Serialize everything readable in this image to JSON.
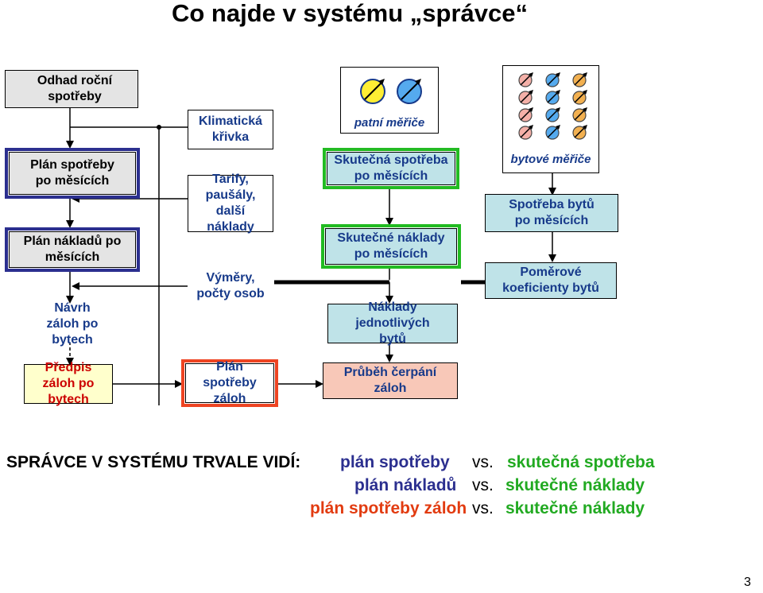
{
  "title": "Co najde v systému „správce“",
  "left_column": {
    "estimate": "Odhad roční spotřeby",
    "plan_consumption": "Plán spotřeby po měsících",
    "plan_costs": "Plán nákladů po měsících",
    "advance_proposal": "Návrh záloh po bytech",
    "advance_prescription": "Předpis záloh po bytech"
  },
  "middle_column": {
    "climate_curve": "Klimatická křivka",
    "tariffs": "Tarify, paušály, další náklady",
    "areas": "Výměry, počty osob",
    "advance_plan": "Plán spotřeby záloh"
  },
  "meter_column": {
    "heel_meters_label": "patní měřiče",
    "actual_consumption": "Skutečná spotřeba po měsících",
    "actual_costs": "Skutečné náklady po měsících",
    "flat_costs": "Náklady jednotlivých bytů",
    "advance_course": "Průběh čerpání záloh"
  },
  "flat_column": {
    "flat_meters_label": "bytové měřiče",
    "flat_consumption": "Spotřeba bytů po měsících",
    "ratio_coefficients": "Poměrové koeficienty bytů"
  },
  "summary": {
    "heading": "SPRÁVCE V SYSTÉMU TRVALE VIDÍ:",
    "vs": "vs.",
    "row1_plan": "plán spotřeby",
    "row1_actual": "skutečná spotřeba",
    "row2_plan": "plán nákladů",
    "row2_actual": "skutečné náklady",
    "row3_plan": "plán spotřeby záloh",
    "row3_actual": "skutečné náklady"
  },
  "page_number": "3",
  "colors": {
    "navy_text": "#173a8a",
    "blue_frame": "#2b2f8f",
    "green_frame": "#22bb22",
    "red_frame": "#ee4422",
    "summary_blue": "#2b2f8f",
    "summary_green": "#22aa22",
    "summary_orange": "#e23b10",
    "meter_yellow": "#ffee33",
    "meter_blue": "#55aaee",
    "meter_pink": "#f4b0a8",
    "meter_orange": "#f2b050"
  },
  "icons": [
    "meter-icon",
    "arrow-icon"
  ]
}
